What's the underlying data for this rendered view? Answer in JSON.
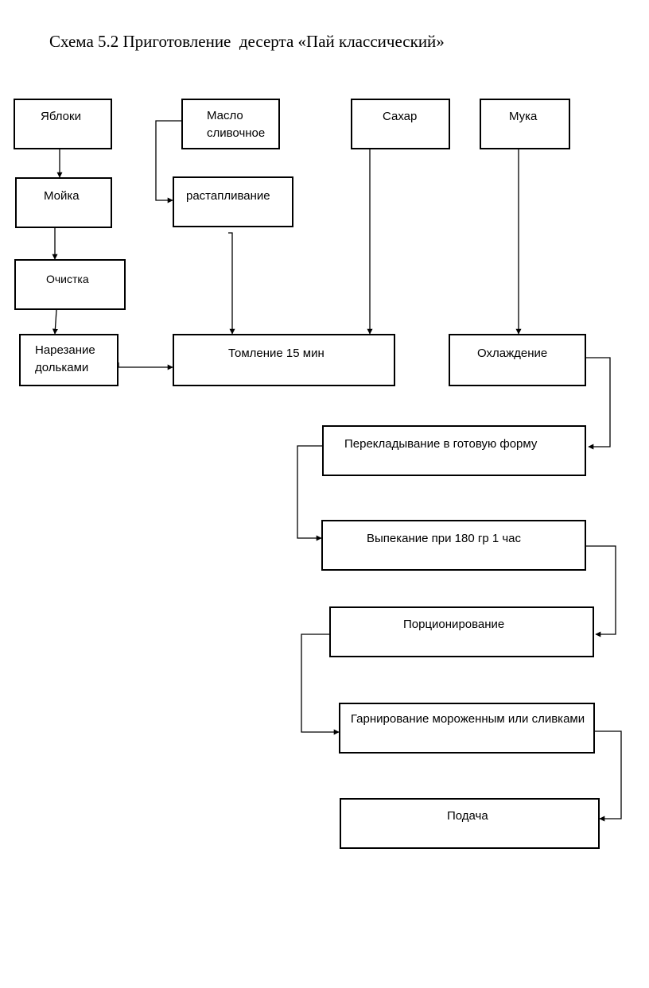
{
  "title": "Схема 5.2 Приготовление  десерта «Пай классический»",
  "nodes": {
    "apples": "Яблоки",
    "wash": "Мойка",
    "peel": "Очистка",
    "slice": "Нарезание дольками",
    "butter": "Масло сливочное",
    "melt": "растапливание",
    "sugar": "Сахар",
    "flour": "Мука",
    "simmer": "Томление 15 мин",
    "cool": "Охлаждение",
    "transfer": "Перекладывание в готовую форму",
    "bake": "Выпекание при 180 гр 1 час",
    "portion": "Порционирование",
    "garnish": "Гарнирование мороженным или сливками",
    "serve": "Подача"
  }
}
